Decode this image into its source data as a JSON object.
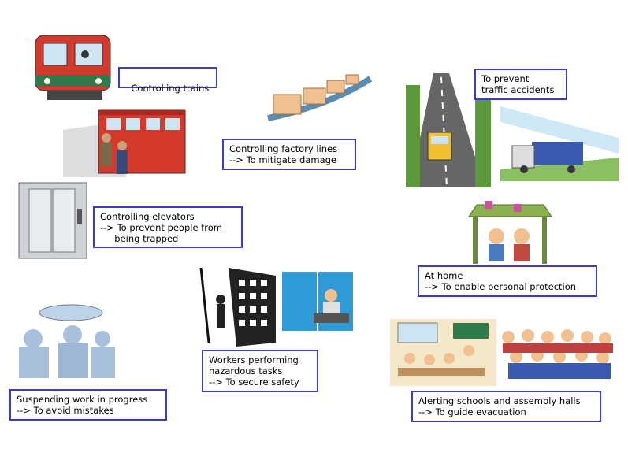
{
  "labels": {
    "trains": "Controlling trains",
    "factory_line1": "Controlling factory lines",
    "factory_line2": "--> To mitigate damage",
    "traffic_line1": "To prevent",
    "traffic_line2": "traffic accidents",
    "elevator_line1": "Controlling elevators",
    "elevator_line2": "--> To prevent people from",
    "elevator_line3": "     being trapped",
    "home_line1": "At home",
    "home_line2": "--> To enable personal protection",
    "workers_line1": "Workers performing",
    "workers_line2": "hazardous tasks",
    "workers_line3": "--> To secure safety",
    "surgery_line1": "Suspending work in progress",
    "surgery_line2": "--> To avoid mistakes",
    "schools_line1": "Alerting schools and assembly halls",
    "schools_line2": "--> To guide evacuation"
  },
  "colors": {
    "box_border": "#3b3bd0",
    "train_red": "#d33a2c",
    "train_green": "#2e7a4a"
  }
}
